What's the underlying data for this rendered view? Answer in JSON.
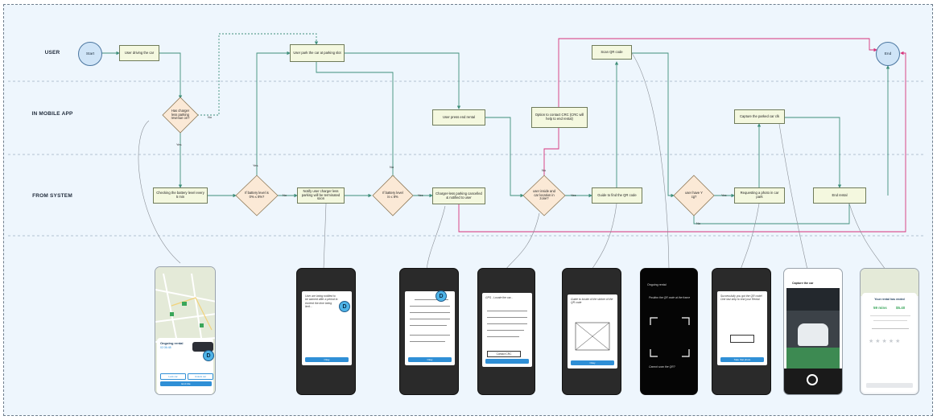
{
  "lanes": {
    "user": "USER",
    "mobile_app": "IN MOBILE APP",
    "system": "FROM SYSTEM"
  },
  "nodes": {
    "start": "Start",
    "end": "End",
    "user_driving": "User driving the car",
    "user_park": "User park the car at parking slot",
    "scan_qr": "Scan QR code",
    "has_charger": "Has charger less parking revenue on?",
    "user_press_end": "User press end rental",
    "option_contact": "Option to contact CRC (CRC will help to end rental)",
    "capture_car": "Capture the parked car clk",
    "checking_battery": "Checking the battery level every 5 min",
    "battery_low": "If battery level is 0% ≤ 8%?",
    "notify_user": "Notify user charger less parking will be terminated soon",
    "battery_still": "If battery level is ≤ 8%",
    "charger_cancelled": "Charger-less parking cancelled & notified to user",
    "user_inside": "user inside and car location in zone?",
    "guide_qr": "Guide to find the QR code",
    "user_have_cg": "user have Y cg?",
    "requesting_photo": "Requesting a photo in car park",
    "end_rental": "End rental"
  },
  "edge_labels": {
    "no1": "No",
    "yes1": "Yes",
    "yes2": "Yes",
    "no2": "No",
    "no3": "No",
    "yes3": "Yes",
    "no4": "No",
    "yes4": "Yes",
    "yes5": "Yes",
    "no5": "No",
    "no6": "No"
  },
  "phones": {
    "p1_title": "Ongoing rental",
    "p1_sub": "02:36:48",
    "p1_btn_a": "Lock car",
    "p1_btn_b": "Unlock car",
    "p1_btn_end": "End ride",
    "p2_btn": "Okay",
    "p3_btn": "Okay",
    "p4_btn": "Contact CRC",
    "p5_btn": "Okay",
    "p6_title": "Ongoing rental",
    "p8_title": "Capture the car",
    "p9_title": "Your rental has ended",
    "p9_time": "59 mins",
    "p9_price": "$5.40",
    "badge": "D",
    "sketch_2": "User are being notified to be warned after a period to exceed the time being limit...",
    "sketch_4": "GPS - Locate the car...",
    "sketch_5": "Guide to locate of the sticker of the QR code",
    "sketch_6": "Position the QR code at the frame",
    "sketch_6b": "Cannot scan the QR?",
    "sketch_7": "Successfully you got the QR code! One last step to end your Rental",
    "sketch_7b": "Take that photo"
  },
  "colors": {
    "box_fill": "#f4f8df",
    "diamond_fill": "#fbe9d6",
    "edge": "#3f8f7a",
    "highlight": "#d6337a",
    "circle_fill": "#cfe4f7",
    "badge": "#4fb4e8"
  }
}
